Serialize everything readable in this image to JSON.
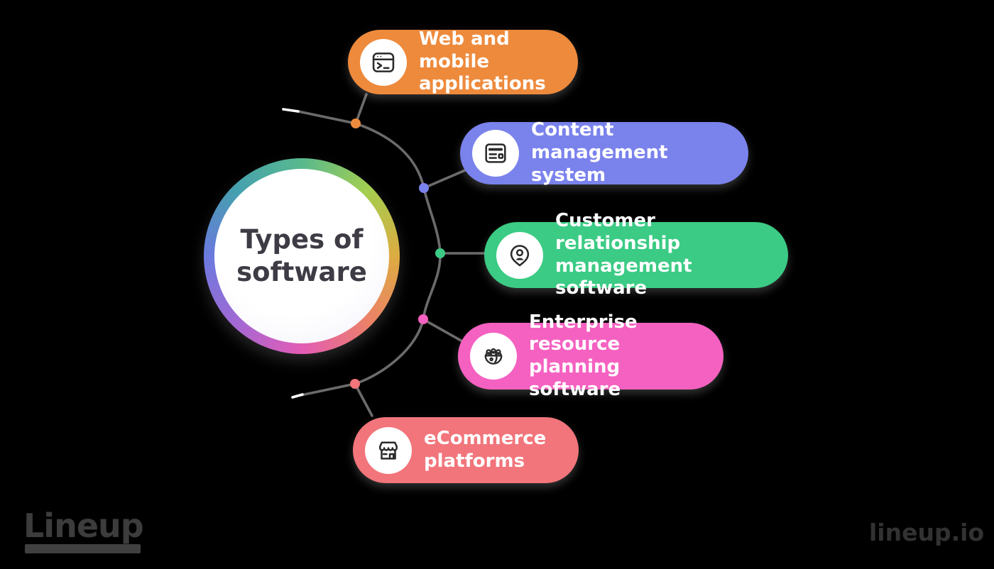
{
  "title": "Types of software",
  "items": [
    {
      "id": "web-mobile-applications",
      "label": "Web and mobile applications",
      "color": "#ee8a3c",
      "icon": "terminal-window-icon"
    },
    {
      "id": "content-management-system",
      "label": "Content management system",
      "color": "#7a82ec",
      "icon": "article-icon"
    },
    {
      "id": "customer-relationship-management",
      "label": "Customer relationship management software",
      "color": "#3bcb84",
      "icon": "user-pin-icon"
    },
    {
      "id": "enterprise-resource-planning",
      "label": "Enterprise resource planning software",
      "color": "#f561c1",
      "icon": "team-globe-icon"
    },
    {
      "id": "ecommerce-platforms",
      "label": "eCommerce platforms",
      "color": "#f1757b",
      "icon": "storefront-icon"
    }
  ],
  "footer": {
    "left_wordmark": "Lineup",
    "right_wordmark": "lineup.io"
  },
  "colors": {
    "background": "#000000",
    "line": "#6d6a6a",
    "line_tip": "#ffffff",
    "title_text": "#3e3b45",
    "pill_text": "#ffffff"
  }
}
